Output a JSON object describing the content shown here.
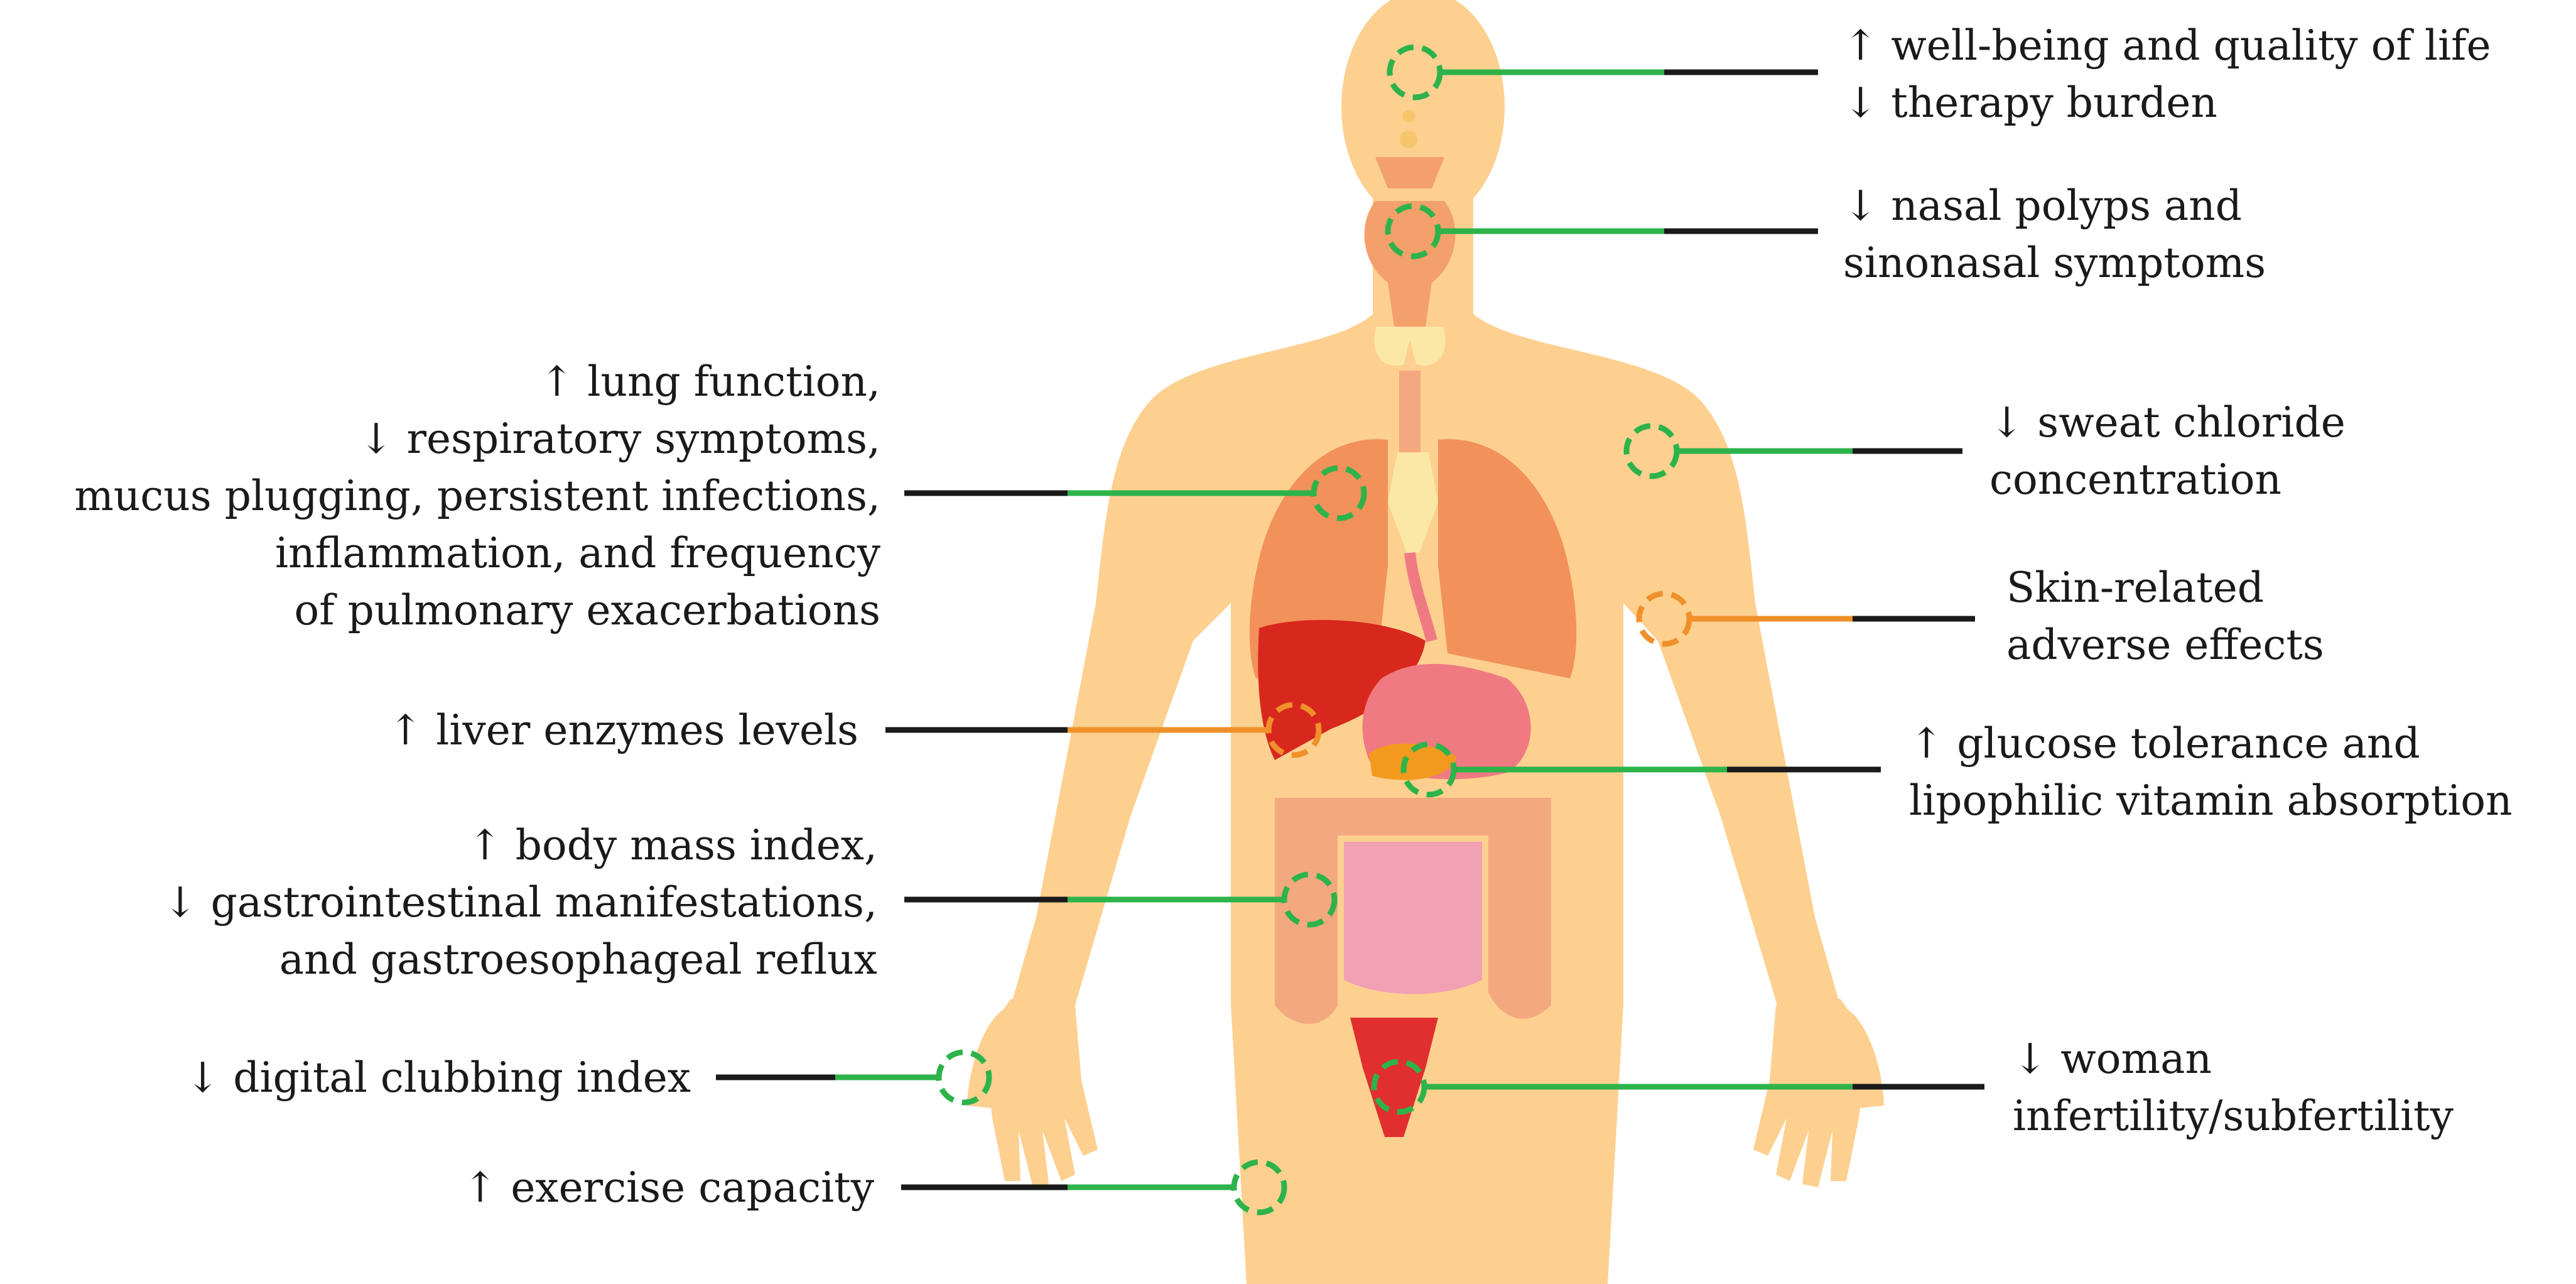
{
  "colors": {
    "skin": "#FDD090",
    "lung": "#F2915A",
    "organ_light": "#F4A06B",
    "liver": "#D8281E",
    "stomach": "#F07A82",
    "intestine": "#F2A0B4",
    "beneficial_marker": "#2DB34A",
    "adverse_marker": "#F0902A",
    "text": "#1A1A1A"
  },
  "annotations": [
    {
      "id": "wellbeing",
      "effect": "beneficial",
      "body_site": "brain",
      "lines": [
        "↑ well-being and quality of life",
        "↓ therapy burden"
      ]
    },
    {
      "id": "nasal",
      "effect": "beneficial",
      "body_site": "sinonasal",
      "lines": [
        "↓ nasal polyps and",
        "sinonasal symptoms"
      ]
    },
    {
      "id": "sweat",
      "effect": "beneficial",
      "body_site": "skin-shoulder",
      "lines": [
        "↓ sweat chloride",
        "concentration"
      ]
    },
    {
      "id": "skin",
      "effect": "adverse",
      "body_site": "skin-arm",
      "lines": [
        "Skin-related",
        "adverse effects"
      ]
    },
    {
      "id": "glucose",
      "effect": "beneficial",
      "body_site": "pancreas",
      "lines": [
        "↑ glucose tolerance and",
        "lipophilic  vitamin absorption"
      ]
    },
    {
      "id": "fertility",
      "effect": "beneficial",
      "body_site": "uterus",
      "lines": [
        "↓ woman",
        "infertility/subfertility"
      ]
    },
    {
      "id": "lung",
      "effect": "beneficial",
      "body_site": "lung",
      "lines": [
        "↑ lung function,",
        "↓ respiratory symptoms,",
        "mucus plugging, persistent infections,",
        "inflammation, and frequency",
        "of pulmonary exacerbations"
      ]
    },
    {
      "id": "liver",
      "effect": "adverse",
      "body_site": "liver",
      "lines": [
        "↑ liver enzymes levels"
      ]
    },
    {
      "id": "gi",
      "effect": "beneficial",
      "body_site": "intestine",
      "lines": [
        "↑ body mass index,",
        "↓ gastrointestinal manifestations,",
        "and gastroesophageal reflux"
      ]
    },
    {
      "id": "clubbing",
      "effect": "beneficial",
      "body_site": "hand",
      "lines": [
        "↓ digital clubbing index"
      ]
    },
    {
      "id": "exercise",
      "effect": "beneficial",
      "body_site": "thigh",
      "lines": [
        "↑ exercise capacity"
      ]
    }
  ]
}
